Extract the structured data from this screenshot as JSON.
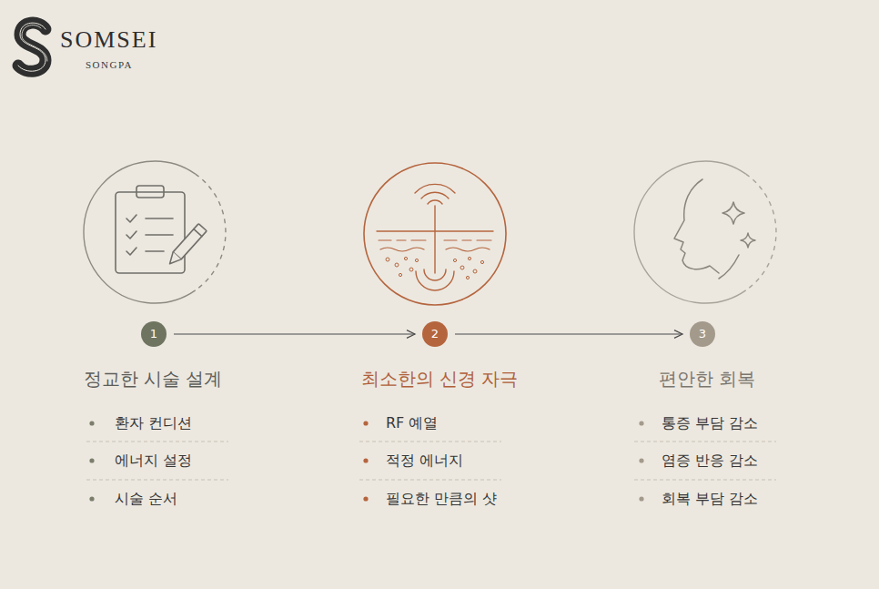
{
  "diagram": {
    "nodes": [
      {
        "text": [
          "1"
        ]
      },
      {
        "text": [
          "2"
        ]
      },
      {
        "text": [
          "3"
        ]
      }
    ],
    "edges": [
      {
        "from": 0,
        "to": 1,
        "arrow": "to"
      },
      {
        "from": 1,
        "to": 2,
        "arrow": "to"
      }
    ],
    "labels": [
      "SOMSEI",
      "SONGPA",
      "정교한 시술 설계",
      "환자 컨디션",
      "에너지 설정",
      "시술 순서",
      "최소한의 신경 자극",
      "RF 예열",
      "적정 에너지",
      "필요한 만큼의 샷",
      "편안한 회복",
      "통증 부담 감소",
      "염증 반응 감소",
      "회복 부담 감소"
    ]
  }
}
